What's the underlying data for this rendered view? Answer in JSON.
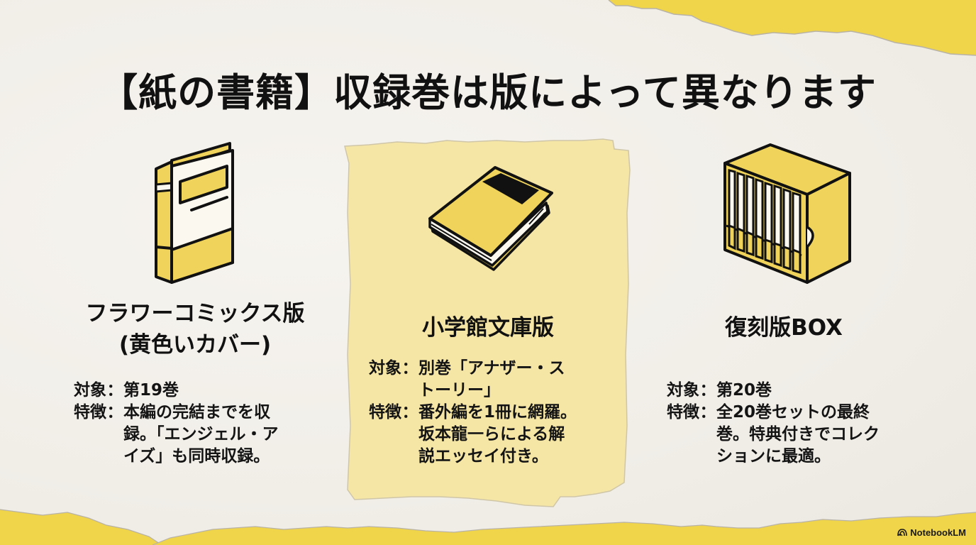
{
  "slide": {
    "title": "【紙の書籍】収録巻は版によって異なります",
    "colors": {
      "background": "#f3f0ea",
      "accent_yellow": "#f0d54a",
      "highlight_panel": "#f6e6a6",
      "icon_fill": "#efd35a",
      "text": "#141414"
    },
    "editions": [
      {
        "icon": "standing-book-icon",
        "heading_line1": "フラワーコミックス版",
        "heading_line2": "(黄色いカバー)",
        "target_label": "対象",
        "target_value": "第19巻",
        "feature_label": "特徴",
        "feature_value": "本編の完結までを収\n録。「エンジェル・ア\nイズ」も同時収録。"
      },
      {
        "icon": "lying-book-icon",
        "heading_line1": "小学館文庫版",
        "target_label": "対象",
        "target_value": "別巻「アナザー・ス\nトーリー」",
        "feature_label": "特徴",
        "feature_value": "番外編を1冊に網羅。\n坂本龍一らによる解\n説エッセイ付き。",
        "highlighted": true
      },
      {
        "icon": "box-set-icon",
        "heading_line1": "復刻版BOX",
        "target_label": "対象",
        "target_value": "第20巻",
        "feature_label": "特徴",
        "feature_value": "全20巻セットの最終\n巻。特典付きでコレク\nションに最適。"
      }
    ],
    "separator": "：",
    "brand": {
      "icon": "notebooklm-logo-icon",
      "label": "NotebookLM"
    }
  }
}
